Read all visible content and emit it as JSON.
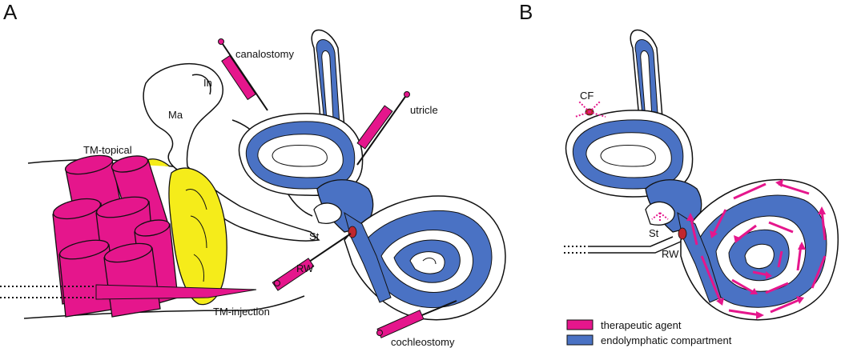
{
  "panels": {
    "a": "A",
    "b": "B"
  },
  "labels": {
    "ma": "Ma",
    "in": "In",
    "st_a": "St",
    "st_b": "St",
    "tm_topical": "TM-topical",
    "tm_injection": "TM-injection",
    "canalostomy": "canalostomy",
    "utricle": "utricle",
    "rw_a": "RW",
    "rw_b": "RW",
    "cochleostomy": "cochleostomy",
    "cf": "CF"
  },
  "legend": [
    {
      "label": "therapeutic agent",
      "color": "#e5168c"
    },
    {
      "label": "endolymphatic compartment",
      "color": "#4a72c4"
    }
  ],
  "colors": {
    "agent": "#e5168c",
    "endolymph": "#4a72c4",
    "incus_yellow": "#f5ec1a",
    "round_window_red": "#c1272d"
  }
}
